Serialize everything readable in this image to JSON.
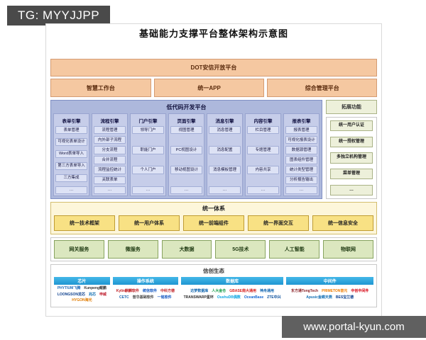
{
  "watermarks": {
    "top_left": "TG: MYYJJPP",
    "bottom_right": "www.portal-kyun.com"
  },
  "diagram": {
    "title": "基础能力支撑平台整体架构示意图",
    "top_platform": "DOT安信开放平台",
    "portals": [
      "智慧工作台",
      "统一APP",
      "综合管理平台"
    ],
    "lowcode": {
      "title": "低代码开发平台",
      "engines": [
        {
          "header": "表单引擎",
          "items": [
            "表单管理",
            "可视化表单设计",
            "Word表单导入",
            "第三方表单导入",
            "三方集成",
            "…"
          ]
        },
        {
          "header": "流程引擎",
          "items": [
            "流程管理",
            "内外部子流程",
            "分支流程",
            "合并流程",
            "流程监控统计",
            "关联表单",
            "…"
          ]
        },
        {
          "header": "门户引擎",
          "items": [
            "领导门户",
            "职能门户",
            "个人门户",
            "…"
          ]
        },
        {
          "header": "页面引擎",
          "items": [
            "视图管理",
            "PC视图设计",
            "移动视图设计",
            "…"
          ]
        },
        {
          "header": "消息引擎",
          "items": [
            "消息管理",
            "消息配置",
            "消息模板管理",
            "…"
          ]
        },
        {
          "header": "内容引擎",
          "items": [
            "栏目管理",
            "专题管理",
            "内容共享",
            "…"
          ]
        },
        {
          "header": "报表引擎",
          "items": [
            "报表管理",
            "可视化报表设计",
            "数据源管理",
            "图表组件管理",
            "统计类型管理",
            "分析报告输出",
            "…"
          ]
        }
      ]
    },
    "extensions": {
      "title": "拓展功能",
      "items": [
        "统一用户认证",
        "统一授权管理",
        "多独立机构管理",
        "菜单管理",
        "…"
      ]
    },
    "unified_system": {
      "title": "统一体系",
      "items": [
        "统一技术框架",
        "统一用户体系",
        "统一前端组件",
        "统一界面交互",
        "统一信息安全"
      ]
    },
    "tech_row": [
      "网关服务",
      "微服务",
      "大数据",
      "5G技术",
      "人工智能",
      "物联网"
    ],
    "ecosystem": {
      "title": "信创生态",
      "groups": [
        {
          "header": "芯片",
          "logos": [
            {
              "t": "PHYTIUM飞腾",
              "c": "#1e6bb8"
            },
            {
              "t": "Kunpeng鲲鹏",
              "c": "#333333"
            },
            {
              "t": "LOONGSON龙芯",
              "c": "#0b3e8d"
            },
            {
              "t": "兆芯",
              "c": "#0c6cb0"
            },
            {
              "t": "申威",
              "c": "#bf1e2e"
            },
            {
              "t": "HYGON海光",
              "c": "#e07b00"
            }
          ]
        },
        {
          "header": "操作系统",
          "logos": [
            {
              "t": "Kylin麒麟软件",
              "c": "#c01d22"
            },
            {
              "t": "统信软件",
              "c": "#0b52c0"
            },
            {
              "t": "中科方德",
              "c": "#c01d22"
            },
            {
              "t": "CETC",
              "c": "#1a66b3"
            },
            {
              "t": "普华基础软件",
              "c": "#444444"
            },
            {
              "t": "一铭软件",
              "c": "#0b52c0"
            }
          ]
        },
        {
          "header": "数据库",
          "logos": [
            {
              "t": "达梦数据库",
              "c": "#0b62ad"
            },
            {
              "t": "人大金仓",
              "c": "#109a44"
            },
            {
              "t": "GBASE南大通用",
              "c": "#d8221f"
            },
            {
              "t": "神舟通用",
              "c": "#1266b1"
            },
            {
              "t": "TRANSWARP星环",
              "c": "#2b2b2b"
            },
            {
              "t": "OushuDB偶数",
              "c": "#0aa5e2"
            },
            {
              "t": "OceanBase",
              "c": "#1266d1"
            },
            {
              "t": "ZTE中兴",
              "c": "#0a4f9c"
            }
          ]
        },
        {
          "header": "中间件",
          "logos": [
            {
              "t": "东方通TongTech",
              "c": "#8a1f24"
            },
            {
              "t": "PRIMETON普元",
              "c": "#f07d00"
            },
            {
              "t": "中创中间件",
              "c": "#d6000f"
            },
            {
              "t": "Apusic金蝶天燕",
              "c": "#0f6eb4"
            },
            {
              "t": "BES宝兰德",
              "c": "#0a3f8f"
            }
          ]
        }
      ]
    }
  }
}
